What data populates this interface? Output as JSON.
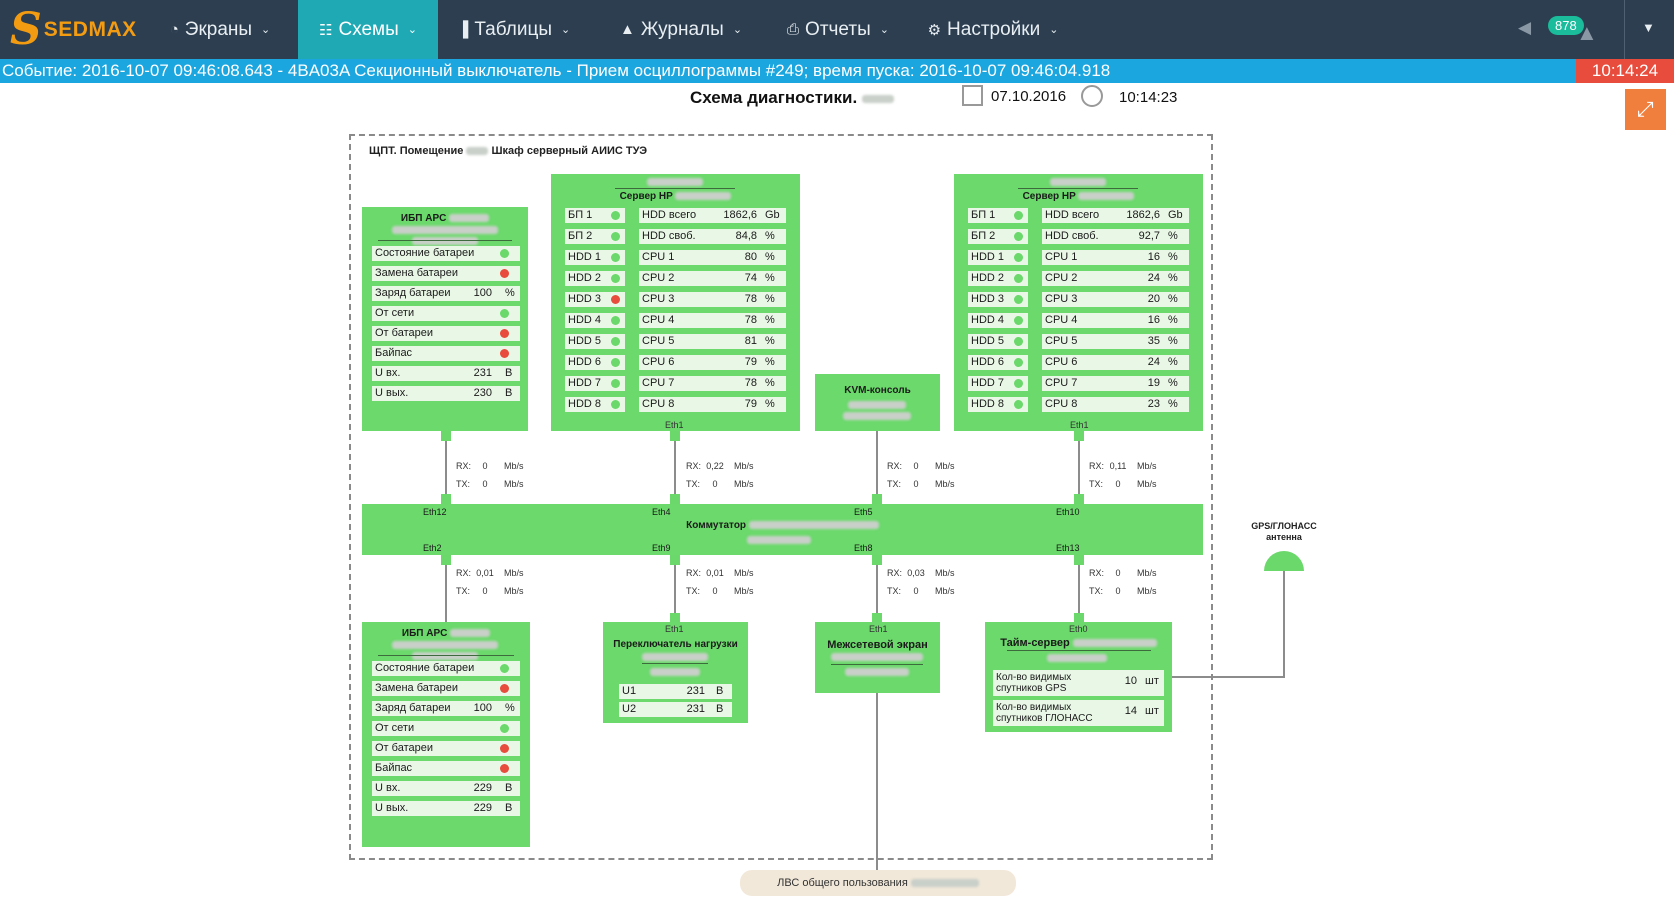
{
  "app": {
    "logo_mark": "S",
    "logo_text": "SEDMAX"
  },
  "nav": {
    "items": [
      {
        "label": "Экраны",
        "icon": "dashboard-icon"
      },
      {
        "label": "Схемы",
        "icon": "sitemap-icon",
        "active": true
      },
      {
        "label": "Таблицы",
        "icon": "bar-chart-icon"
      },
      {
        "label": "Журналы",
        "icon": "warning-icon"
      },
      {
        "label": "Отчеты",
        "icon": "print-icon"
      },
      {
        "label": "Настройки",
        "icon": "gears-icon"
      }
    ],
    "notifications_badge": "878"
  },
  "colors": {
    "nav_bg": "#2c3e50",
    "nav_active": "#1fa9b5",
    "event_bar": "#1ba6e0",
    "event_time_bg": "#e84c3d",
    "box_green": "#6bd96b",
    "status_ok": "#6ad86a",
    "status_alarm": "#e84c3d",
    "fullscreen_btn": "#f07e3c"
  },
  "event": {
    "text": "Событие:  2016-10-07 09:46:08.643 - 4BA03A Секционный выключатель - Прием осциллограммы #249; время пуска: 2016-10-07 09:46:04.918",
    "time": "10:14:24"
  },
  "header": {
    "title": "Схема диагностики.",
    "date": "07.10.2016",
    "time": "10:14:23"
  },
  "frame": {
    "title": "ЩПТ. Помещение",
    "title_suffix": "Шкаф серверный АИИС ТУЭ"
  },
  "ups_top": {
    "title": "ИБП APC",
    "rows": [
      {
        "label": "Состояние батареи",
        "status": "ok"
      },
      {
        "label": "Замена батареи",
        "status": "alarm"
      },
      {
        "label": "Заряд батареи",
        "value": "100",
        "unit": "%"
      },
      {
        "label": "От сети",
        "status": "ok"
      },
      {
        "label": "От батареи",
        "status": "alarm"
      },
      {
        "label": "Байпас",
        "status": "alarm"
      },
      {
        "label": "U вх.",
        "value": "231",
        "unit": "В"
      },
      {
        "label": "U вых.",
        "value": "230",
        "unit": "В"
      }
    ]
  },
  "server1": {
    "title": "Сервер HP",
    "psu": [
      {
        "label": "БП 1",
        "status": "ok"
      },
      {
        "label": "БП 2",
        "status": "ok"
      }
    ],
    "hdd": [
      {
        "label": "HDD 1",
        "status": "ok"
      },
      {
        "label": "HDD 2",
        "status": "ok"
      },
      {
        "label": "HDD 3",
        "status": "alarm"
      },
      {
        "label": "HDD 4",
        "status": "ok"
      },
      {
        "label": "HDD 5",
        "status": "ok"
      },
      {
        "label": "HDD 6",
        "status": "ok"
      },
      {
        "label": "HDD 7",
        "status": "ok"
      },
      {
        "label": "HDD 8",
        "status": "ok"
      }
    ],
    "metrics": [
      {
        "label": "HDD всего",
        "value": "1862,6",
        "unit": "Gb"
      },
      {
        "label": "HDD своб.",
        "value": "84,8",
        "unit": "%"
      },
      {
        "label": "CPU 1",
        "value": "80",
        "unit": "%"
      },
      {
        "label": "CPU 2",
        "value": "74",
        "unit": "%"
      },
      {
        "label": "CPU 3",
        "value": "78",
        "unit": "%"
      },
      {
        "label": "CPU 4",
        "value": "78",
        "unit": "%"
      },
      {
        "label": "CPU 5",
        "value": "81",
        "unit": "%"
      },
      {
        "label": "CPU 6",
        "value": "79",
        "unit": "%"
      },
      {
        "label": "CPU 7",
        "value": "78",
        "unit": "%"
      },
      {
        "label": "CPU 8",
        "value": "79",
        "unit": "%"
      }
    ],
    "eth": "Eth1"
  },
  "kvm": {
    "title": "KVM-консоль"
  },
  "server2": {
    "title": "Сервер HP",
    "psu": [
      {
        "label": "БП 1",
        "status": "ok"
      },
      {
        "label": "БП 2",
        "status": "ok"
      }
    ],
    "hdd": [
      {
        "label": "HDD 1",
        "status": "ok"
      },
      {
        "label": "HDD 2",
        "status": "ok"
      },
      {
        "label": "HDD 3",
        "status": "ok"
      },
      {
        "label": "HDD 4",
        "status": "ok"
      },
      {
        "label": "HDD 5",
        "status": "ok"
      },
      {
        "label": "HDD 6",
        "status": "ok"
      },
      {
        "label": "HDD 7",
        "status": "ok"
      },
      {
        "label": "HDD 8",
        "status": "ok"
      }
    ],
    "metrics": [
      {
        "label": "HDD всего",
        "value": "1862,6",
        "unit": "Gb"
      },
      {
        "label": "HDD своб.",
        "value": "92,7",
        "unit": "%"
      },
      {
        "label": "CPU 1",
        "value": "16",
        "unit": "%"
      },
      {
        "label": "CPU 2",
        "value": "24",
        "unit": "%"
      },
      {
        "label": "CPU 3",
        "value": "20",
        "unit": "%"
      },
      {
        "label": "CPU 4",
        "value": "16",
        "unit": "%"
      },
      {
        "label": "CPU 5",
        "value": "35",
        "unit": "%"
      },
      {
        "label": "CPU 6",
        "value": "24",
        "unit": "%"
      },
      {
        "label": "CPU 7",
        "value": "19",
        "unit": "%"
      },
      {
        "label": "CPU 8",
        "value": "23",
        "unit": "%"
      }
    ],
    "eth": "Eth1"
  },
  "switch": {
    "title": "Коммутатор",
    "ports_top": [
      "Eth12",
      "Eth4",
      "Eth5",
      "Eth10"
    ],
    "ports_bottom": [
      "Eth2",
      "Eth9",
      "Eth8",
      "Eth13"
    ]
  },
  "links_top": [
    {
      "rx_label": "RX:",
      "rx": "0",
      "tx_label": "TX:",
      "tx": "0",
      "unit": "Mb/s"
    },
    {
      "rx_label": "RX:",
      "rx": "0,22",
      "tx_label": "TX:",
      "tx": "0",
      "unit": "Mb/s"
    },
    {
      "rx_label": "RX:",
      "rx": "0",
      "tx_label": "TX:",
      "tx": "0",
      "unit": "Mb/s"
    },
    {
      "rx_label": "RX:",
      "rx": "0,11",
      "tx_label": "TX:",
      "tx": "0",
      "unit": "Mb/s"
    }
  ],
  "links_bottom": [
    {
      "rx_label": "RX:",
      "rx": "0,01",
      "tx_label": "TX:",
      "tx": "0",
      "unit": "Mb/s"
    },
    {
      "rx_label": "RX:",
      "rx": "0,01",
      "tx_label": "TX:",
      "tx": "0",
      "unit": "Mb/s"
    },
    {
      "rx_label": "RX:",
      "rx": "0,03",
      "tx_label": "TX:",
      "tx": "0",
      "unit": "Mb/s"
    },
    {
      "rx_label": "RX:",
      "rx": "0",
      "tx_label": "TX:",
      "tx": "0",
      "unit": "Mb/s"
    }
  ],
  "ups_bottom": {
    "title": "ИБП APC",
    "rows": [
      {
        "label": "Состояние батареи",
        "status": "ok"
      },
      {
        "label": "Замена батареи",
        "status": "alarm"
      },
      {
        "label": "Заряд батареи",
        "value": "100",
        "unit": "%"
      },
      {
        "label": "От сети",
        "status": "ok"
      },
      {
        "label": "От батареи",
        "status": "alarm"
      },
      {
        "label": "Байпас",
        "status": "alarm"
      },
      {
        "label": "U вх.",
        "value": "229",
        "unit": "В"
      },
      {
        "label": "U вых.",
        "value": "229",
        "unit": "В"
      }
    ]
  },
  "load_switch": {
    "title": "Переключатель нагрузки",
    "eth": "Eth1",
    "rows": [
      {
        "label": "U1",
        "value": "231",
        "unit": "В"
      },
      {
        "label": "U2",
        "value": "231",
        "unit": "В"
      }
    ]
  },
  "firewall": {
    "title": "Межсетевой экран",
    "eth": "Eth1"
  },
  "time_server": {
    "title": "Тайм-сервер",
    "eth": "Eth0",
    "rows": [
      {
        "label": "Кол-во видимых спутников GPS",
        "value": "10",
        "unit": "шт"
      },
      {
        "label": "Кол-во видимых спутников ГЛОНАСС",
        "value": "14",
        "unit": "шт"
      }
    ]
  },
  "gps": {
    "title": "GPS/ГЛОНАСС антенна"
  },
  "lan": {
    "title": "ЛВС общего пользования"
  }
}
